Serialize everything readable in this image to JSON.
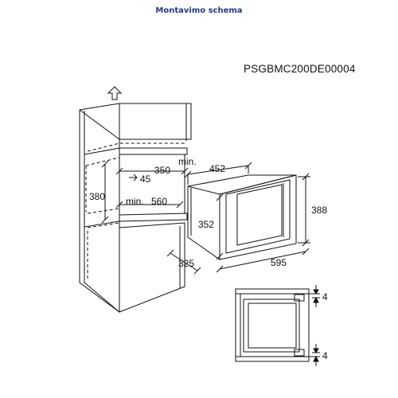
{
  "title": "Montavimo schema",
  "drawing_code": "PSGBMC200DE00004",
  "dimensions": {
    "min_label_1": "min.",
    "niche_depth": "350",
    "top_gap": "45",
    "niche_height": "380",
    "min_label_2": "min.",
    "niche_width": "560",
    "cabinet_depth": "325",
    "oven_depth": "452",
    "oven_body_height": "352",
    "oven_total_height": "388",
    "oven_width": "595",
    "gap_top": "4",
    "gap_bottom": "4"
  },
  "colors": {
    "title": "#1f3a8a",
    "lines": "#111111"
  }
}
